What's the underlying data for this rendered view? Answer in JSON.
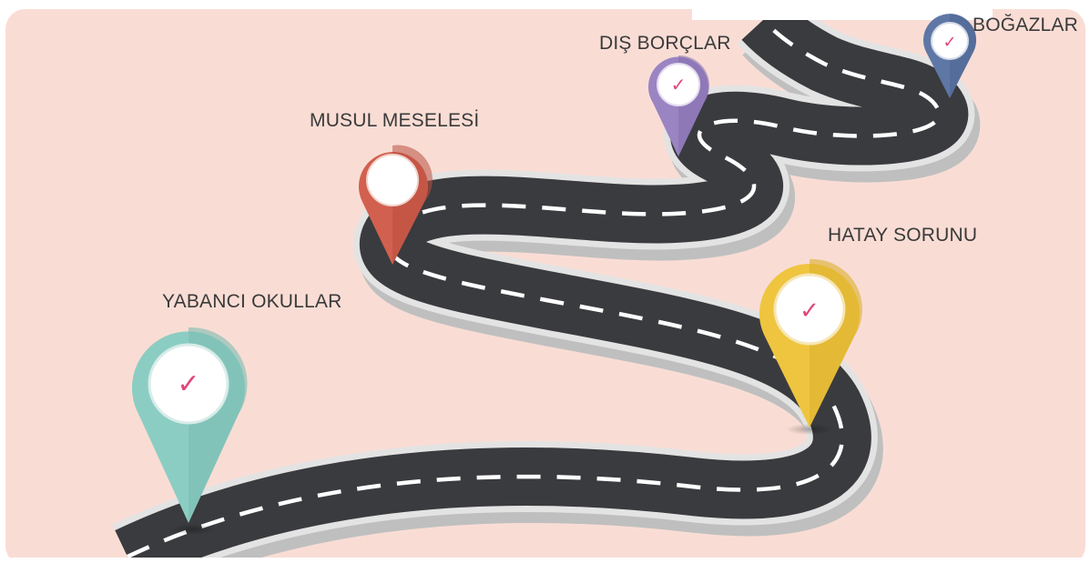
{
  "labels": {
    "yabanci_okullar": "YABANCI OKULLAR",
    "musul_meselesi": "MUSUL MESELESİ",
    "dis_borclar": "DIŞ BORÇLAR",
    "bogazlar": "BOĞAZLAR",
    "hatay_sorunu": "HATAY SORUNU"
  },
  "check_glyph": "✓",
  "colors": {
    "background": "#f9ddd5",
    "road": "#3a3b3e",
    "road_edge": "#dcdcdc",
    "dash": "#ffffff",
    "check": "#e0457b",
    "pin_teal": "#8ccdc3",
    "pin_red": "#d2604f",
    "pin_purple": "#9a84c2",
    "pin_blue": "#5e77a5",
    "pin_yellow": "#efc53f"
  },
  "icons": [
    "map-pin-icon",
    "checkmark-icon",
    "road-icon"
  ]
}
